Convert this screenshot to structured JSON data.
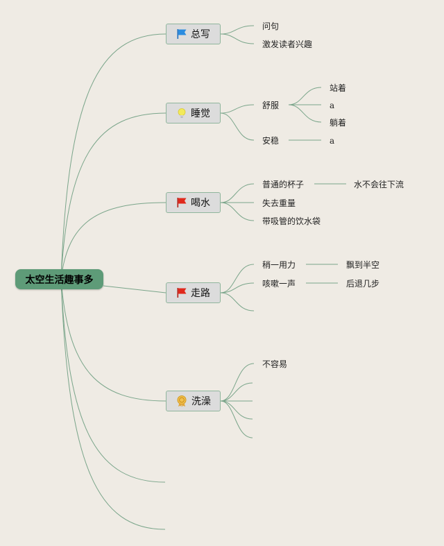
{
  "root": {
    "label": "太空生活趣事多"
  },
  "branches": [
    {
      "label": "总写",
      "icon": "blue-flag-icon",
      "children": [
        {
          "label": "问句"
        },
        {
          "label": "激发读者兴趣"
        }
      ]
    },
    {
      "label": "睡觉",
      "icon": "lightbulb-icon",
      "children": [
        {
          "label": "舒服",
          "children": [
            {
              "label": "站着"
            },
            {
              "label": "a"
            },
            {
              "label": "躺着"
            }
          ]
        },
        {
          "label": "安稳",
          "children": [
            {
              "label": "a"
            }
          ]
        }
      ]
    },
    {
      "label": "喝水",
      "icon": "red-flag-icon",
      "children": [
        {
          "label": "普通的杯子",
          "children": [
            {
              "label": "水不会往下流"
            }
          ]
        },
        {
          "label": "失去重量"
        },
        {
          "label": "带吸管的饮水袋"
        }
      ]
    },
    {
      "label": "走路",
      "icon": "red-flag-icon",
      "children": [
        {
          "label": "稍一用力",
          "children": [
            {
              "label": "飘到半空"
            }
          ]
        },
        {
          "label": "咳嗽一声",
          "children": [
            {
              "label": "后退几步"
            }
          ]
        },
        {
          "label": ""
        }
      ]
    },
    {
      "label": "洗澡",
      "icon": "award-badge-icon",
      "children": [
        {
          "label": "不容易"
        },
        {
          "label": ""
        },
        {
          "label": ""
        },
        {
          "label": ""
        },
        {
          "label": ""
        }
      ]
    }
  ],
  "colors": {
    "line": "#7aa58a",
    "root_fill": "#5e9b78",
    "branch_fill": "#dcdcdc",
    "branch_border": "#8fb59c",
    "background": "#efebe4"
  }
}
